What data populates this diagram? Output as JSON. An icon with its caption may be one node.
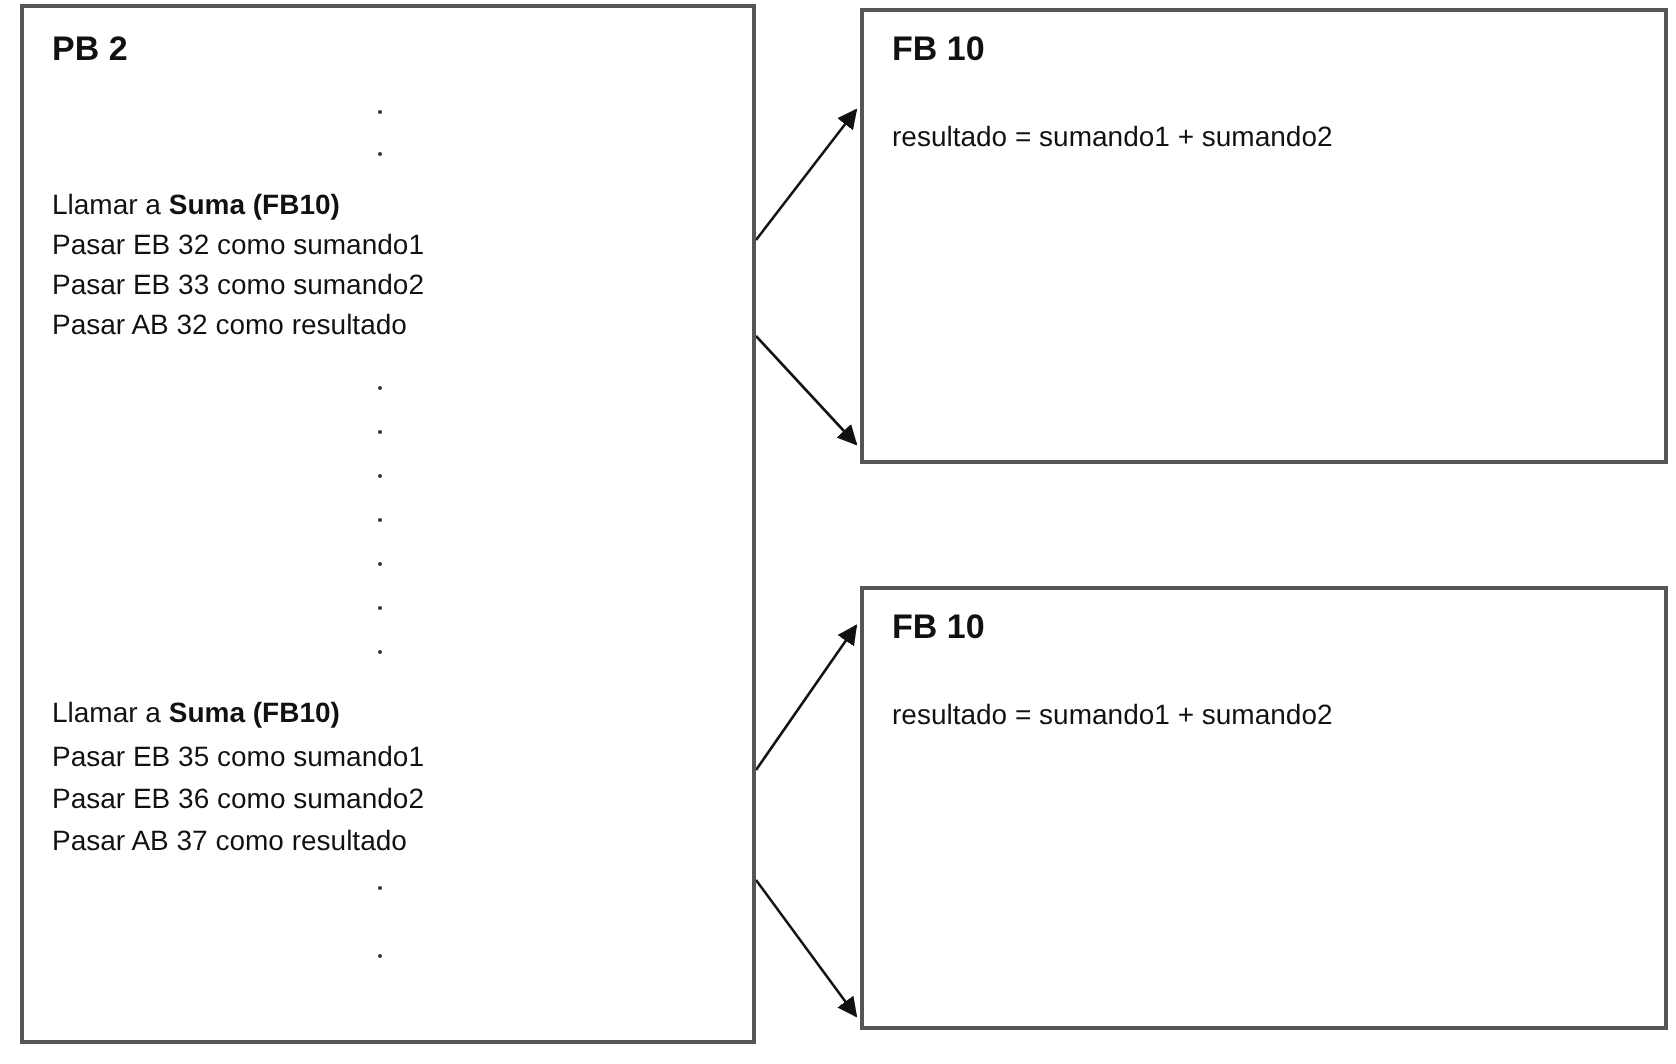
{
  "diagram": {
    "nodes": [
      {
        "text": [
          "PB 2",
          "Llamar a **Suma (FB10)**",
          "Pasar EB 32 como sumando1",
          "Pasar EB 33 como sumando2",
          "Pasar AB 32 como resultado",
          "Llamar a **Suma (FB10)**",
          "Pasar EB 35 como sumando1",
          "Pasar EB 36 como sumando2",
          "Pasar AB 37 como resultado"
        ]
      },
      {
        "text": [
          "FB 10",
          "resultado = sumando1 + sumando2"
        ]
      },
      {
        "text": [
          "FB 10",
          "resultado = sumando1 + sumando2"
        ]
      }
    ],
    "edges": [
      {
        "from": 0,
        "to": 1,
        "arrow": "to"
      },
      {
        "from": 0,
        "to": 1,
        "arrow": "to"
      },
      {
        "from": 0,
        "to": 2,
        "arrow": "to"
      },
      {
        "from": 0,
        "to": 2,
        "arrow": "to"
      }
    ]
  }
}
